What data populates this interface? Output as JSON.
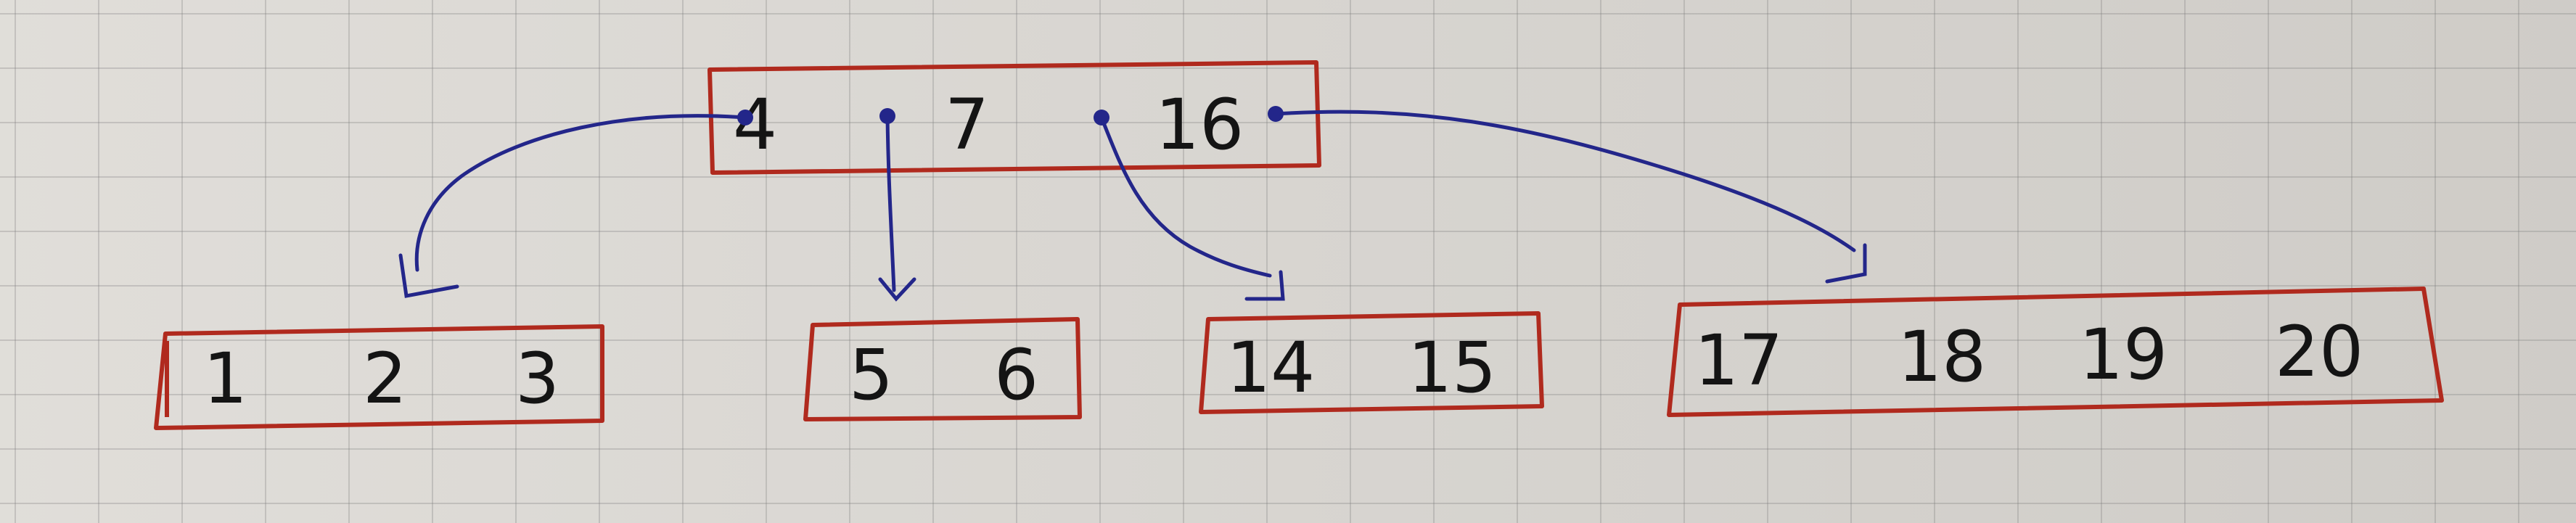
{
  "colors": {
    "node_outline": "#b02a1e",
    "pointer_ink": "#23268a",
    "key_ink": "#141414",
    "paper": "#dcd9d4"
  },
  "tree": {
    "root": {
      "keys": [
        "4",
        "7",
        "16"
      ]
    },
    "children": [
      {
        "keys": [
          "1",
          "2",
          "3"
        ]
      },
      {
        "keys": [
          "5",
          "6"
        ]
      },
      {
        "keys": [
          "14",
          "15"
        ]
      },
      {
        "keys": [
          "17",
          "18",
          "19",
          "20"
        ]
      }
    ]
  }
}
